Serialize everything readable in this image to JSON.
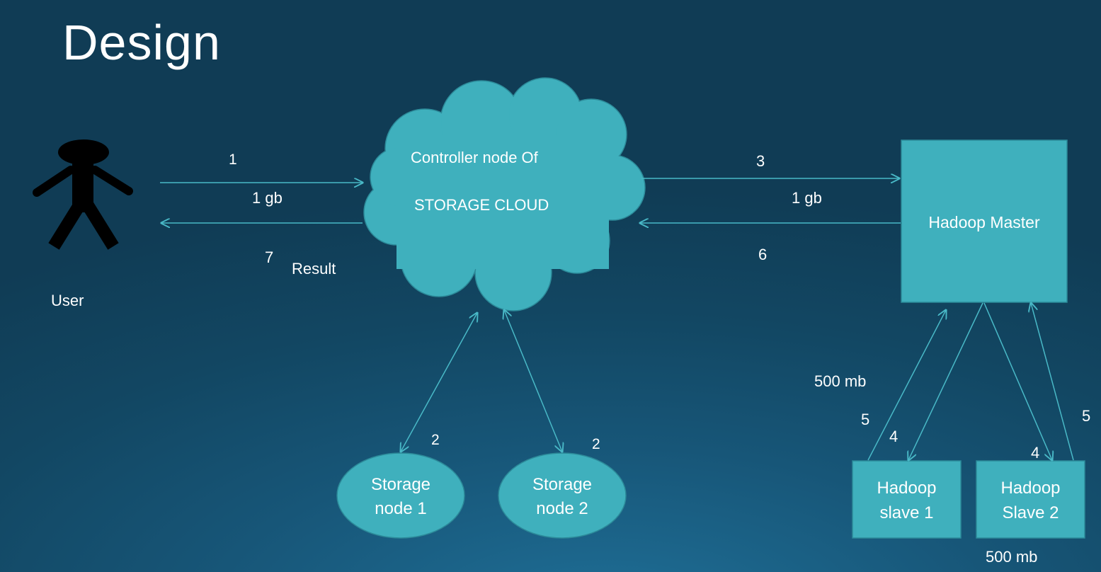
{
  "slide": {
    "title": "Design"
  },
  "colors": {
    "node_fill": "#3fb0bd",
    "node_stroke": "#2c8a99",
    "arrow": "#49b9c7",
    "user_figure": "#000000"
  },
  "user": {
    "label": "User",
    "icon": "stick-figure-icon"
  },
  "cloud": {
    "line1": "Controller  node  Of",
    "line2": "STORAGE CLOUD"
  },
  "storage_nodes": [
    {
      "line1": "Storage",
      "line2": "node 1"
    },
    {
      "line1": "Storage",
      "line2": "node 2"
    }
  ],
  "master": {
    "label": "Hadoop Master"
  },
  "slaves": [
    {
      "line1": "Hadoop",
      "line2": "slave 1"
    },
    {
      "line1": "Hadoop",
      "line2": "Slave 2"
    }
  ],
  "edge_labels": {
    "user_to_cloud_step": "1",
    "user_to_cloud_size": "1 gb",
    "cloud_to_user_step": "7",
    "cloud_to_user_text": "Result",
    "cloud_storage1_step": "2",
    "cloud_storage2_step": "2",
    "cloud_to_master_step": "3",
    "cloud_to_master_size": "1 gb",
    "master_to_cloud_step": "6",
    "slave1_size": "500 mb",
    "slave1_to_master_step": "5",
    "master_to_slave1_step": "4",
    "master_to_slave2_step": "4",
    "slave2_to_master_step": "5",
    "slave2_size": "500 mb"
  }
}
